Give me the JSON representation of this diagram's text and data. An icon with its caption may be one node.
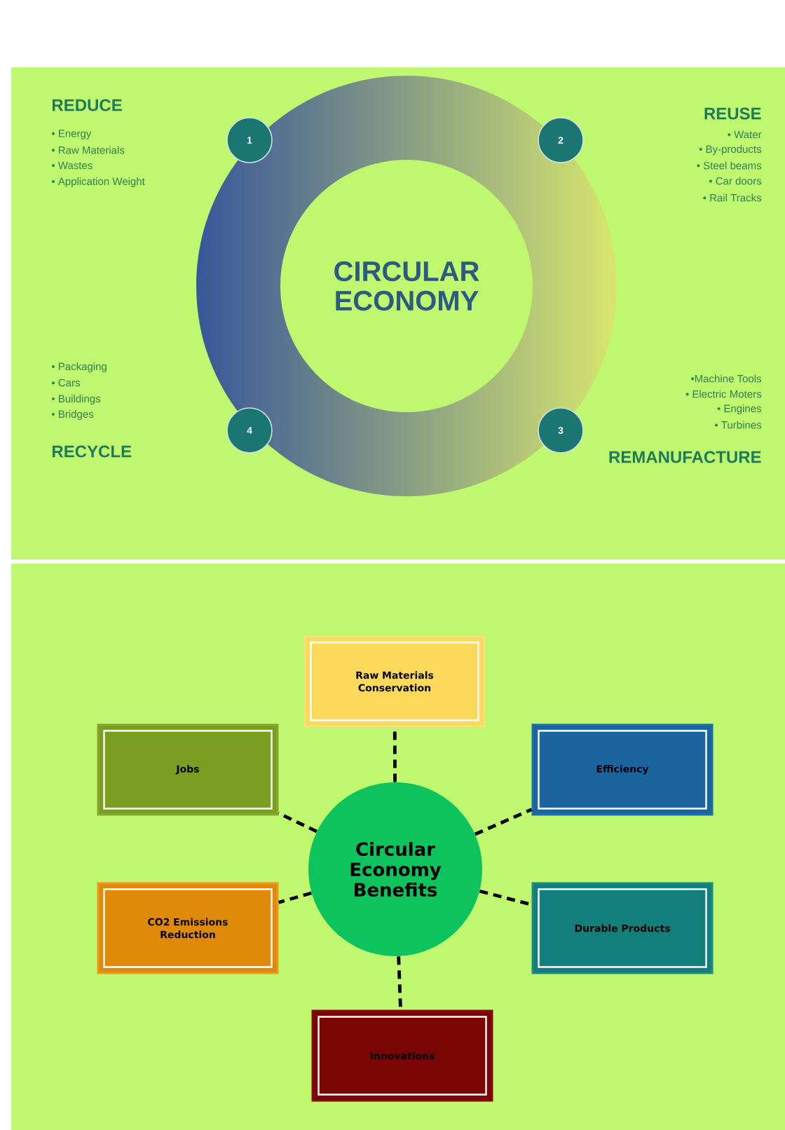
{
  "diagram": {
    "nodes": [
      {
        "text": [
          "CIRCULAR ECONOMY"
        ]
      },
      {
        "text": [
          "1"
        ]
      },
      {
        "text": [
          "2"
        ]
      },
      {
        "text": [
          "3"
        ]
      },
      {
        "text": [
          "4"
        ]
      },
      {
        "text": [
          "Raw Materials Conservation"
        ]
      },
      {
        "text": [
          "Jobs"
        ]
      },
      {
        "text": [
          "Efficiency"
        ]
      },
      {
        "text": [
          "Circular Economy Benefits"
        ]
      },
      {
        "text": [
          "CO2 Emissions Reduction"
        ]
      },
      {
        "text": [
          "Durable Products"
        ]
      },
      {
        "text": [
          "Innovations"
        ]
      }
    ],
    "edges": [
      {
        "from": 8,
        "to": 5,
        "arrow": "none",
        "style": "dashed"
      },
      {
        "from": 8,
        "to": 6,
        "arrow": "none",
        "style": "dashed"
      },
      {
        "from": 8,
        "to": 7,
        "arrow": "none",
        "style": "dashed"
      },
      {
        "from": 8,
        "to": 9,
        "arrow": "none",
        "style": "dashed"
      },
      {
        "from": 8,
        "to": 10,
        "arrow": "none",
        "style": "dashed"
      },
      {
        "from": 8,
        "to": 11,
        "arrow": "none",
        "style": "dashed"
      }
    ],
    "labels": [
      "REDUCE",
      "• Energy",
      "• Raw Materials",
      "• Wastes",
      "• Application Weight",
      "REUSE",
      "• Water",
      "• By-products",
      "• Steel beams",
      "• Car doors",
      "• Rail Tracks",
      "• Packaging",
      "• Cars",
      "• Buildings",
      "• Bridges",
      "RECYCLE",
      "•Machine Tools",
      "• Electric Moters",
      "• Engines",
      "• Turbines",
      "REMANUFACTURE"
    ]
  }
}
